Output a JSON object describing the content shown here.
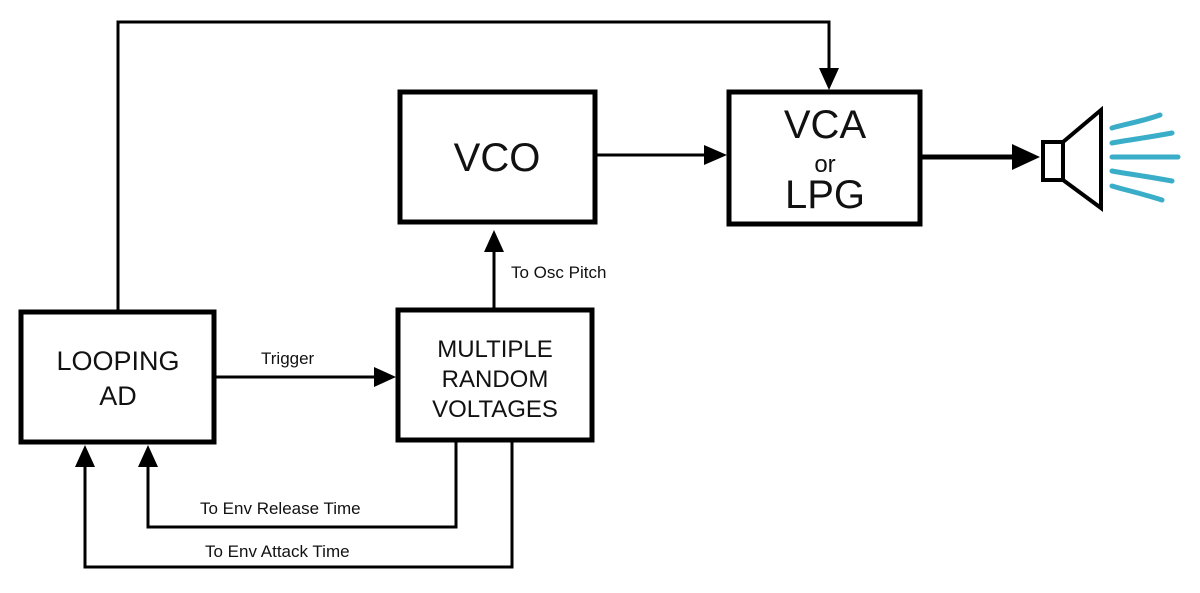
{
  "blocks": {
    "vco": "VCO",
    "vca_line1": "VCA",
    "vca_line2": "or",
    "vca_line3": "LPG",
    "looping_line1": "LOOPING",
    "looping_line2": "AD",
    "random_line1": "MULTIPLE",
    "random_line2": "RANDOM",
    "random_line3": "VOLTAGES"
  },
  "connections": {
    "trigger": "Trigger",
    "osc_pitch": "To Osc Pitch",
    "env_release": "To Env Release Time",
    "env_attack": "To Env Attack Time"
  },
  "speaker": {
    "icon": "speaker-icon",
    "wave_color": "#3aaec8"
  }
}
